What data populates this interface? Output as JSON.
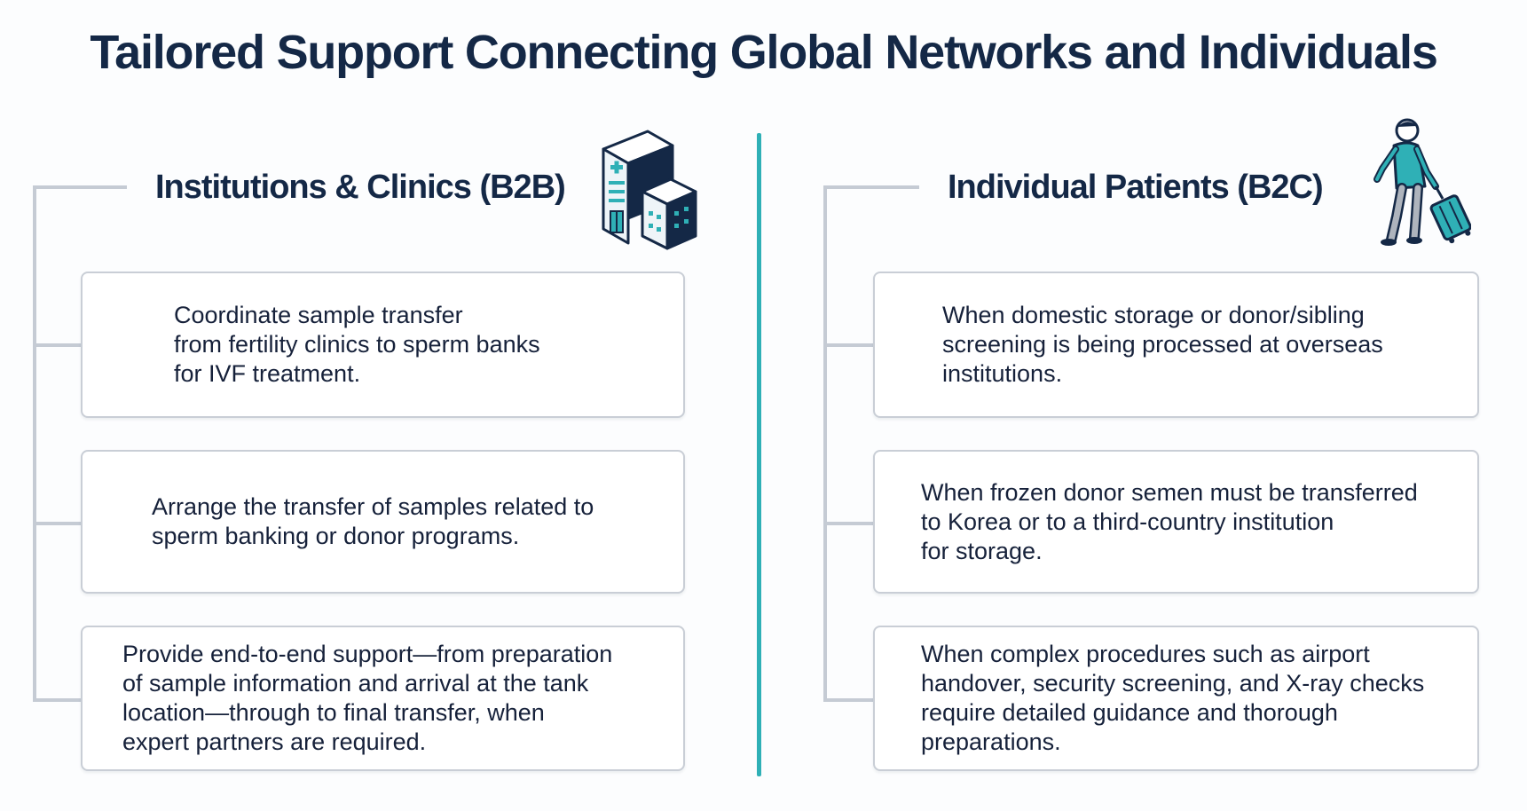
{
  "title": "Tailored Support Connecting Global Networks and Individuals",
  "colors": {
    "navy": "#142846",
    "teal": "#2fb0b6",
    "connector": "#c5cbd4"
  },
  "columns": [
    {
      "heading": "Institutions & Clinics (B2B)",
      "icon": "hospital-building-icon",
      "cards": [
        {
          "text": "Coordinate sample transfer\nfrom fertility clinics to sperm banks\nfor IVF treatment."
        },
        {
          "text": "Arrange the transfer of samples related to\nsperm banking or donor programs."
        },
        {
          "text": "Provide end-to-end support—from preparation\nof sample information and arrival at the tank\nlocation—through to final transfer, when\nexpert partners are required."
        }
      ]
    },
    {
      "heading": "Individual Patients (B2C)",
      "icon": "traveler-with-luggage-icon",
      "cards": [
        {
          "text": "When domestic storage or donor/sibling\nscreening is being processed at overseas\ninstitutions."
        },
        {
          "text": "When frozen donor semen must be transferred\nto Korea or to a third-country institution\nfor storage."
        },
        {
          "text": "When complex procedures such as airport\nhandover, security screening, and X-ray checks\nrequire detailed guidance and thorough\npreparations."
        }
      ]
    }
  ]
}
